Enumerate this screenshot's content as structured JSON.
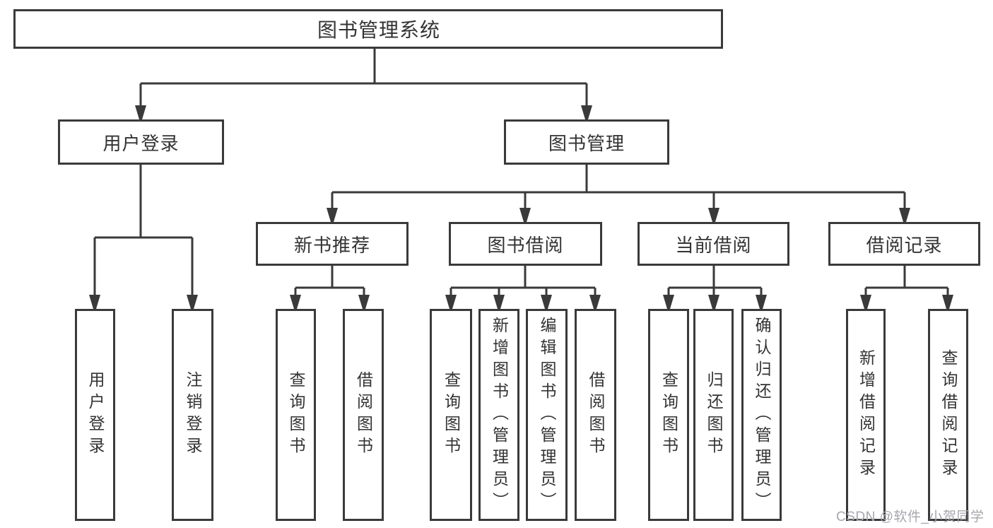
{
  "diagram": {
    "root": "图书管理系统",
    "level2": [
      "用户登录",
      "图书管理"
    ],
    "level3": [
      "新书推荐",
      "图书借阅",
      "当前借阅",
      "借阅记录"
    ],
    "leaves": [
      "用户登录",
      "注销登录",
      "查询图书",
      "借阅图书",
      "查询图书",
      "新增图书（管理员）",
      "编辑图书（管理员）",
      "借阅图书",
      "查询图书",
      "归还图书",
      "确认归还（管理员）",
      "新增借阅记录",
      "查询借阅记录"
    ]
  },
  "watermark": {
    "text": "CSDN @软件_小贺同学",
    "color": "#a6a6ae"
  },
  "colors": {
    "line": "#3a3a3a",
    "text": "#333333",
    "background": "#ffffff",
    "box_fill": "#ffffff"
  }
}
